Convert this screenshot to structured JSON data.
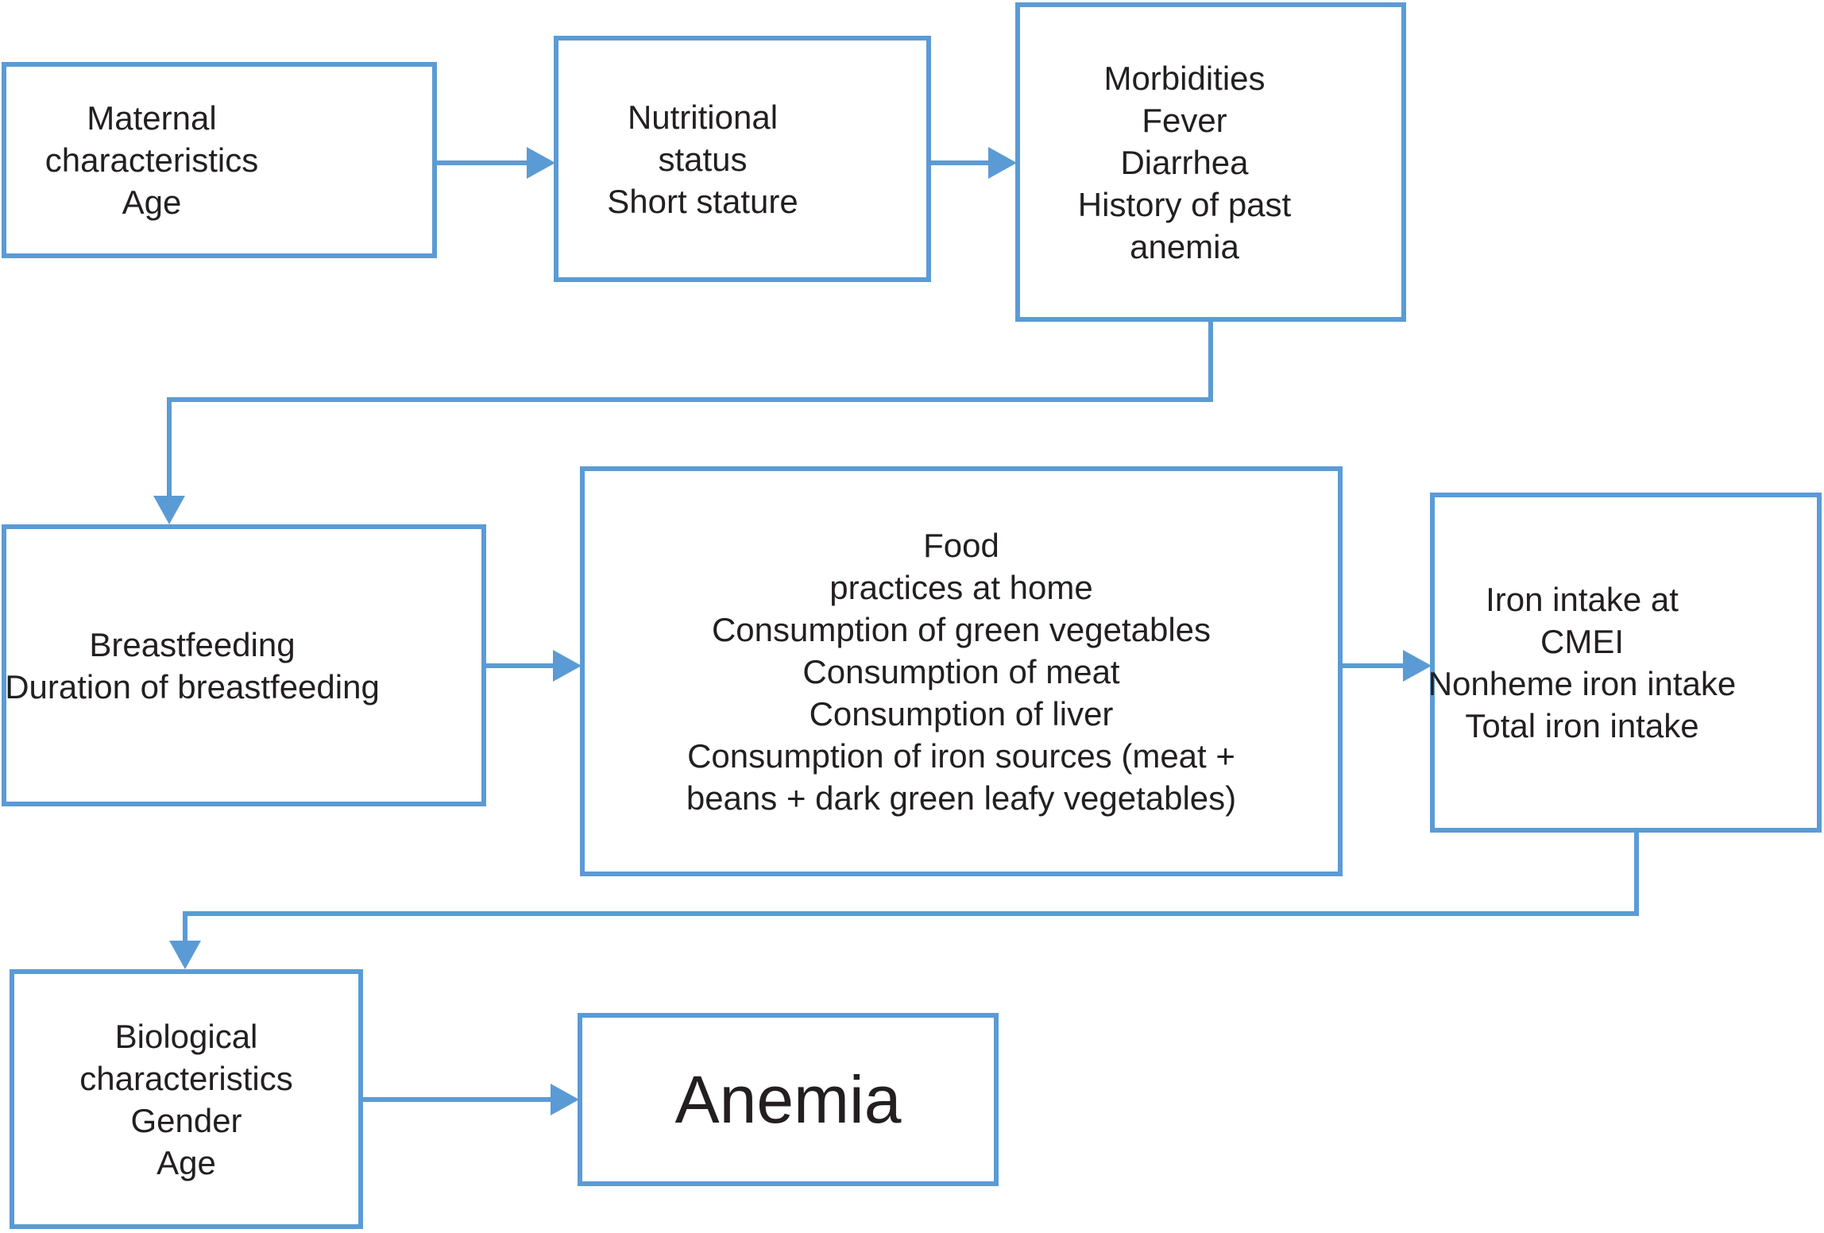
{
  "page": {
    "background": "#ffffff"
  },
  "colors": {
    "stroke": "#5b9bd5",
    "text": "#231f20"
  },
  "diagram": {
    "type": "flowchart",
    "boxes": [
      {
        "id": "maternal-characteristics",
        "lines": [
          "Maternal",
          "characteristics",
          "Age"
        ]
      },
      {
        "id": "nutritional-status",
        "lines": [
          "Nutritional",
          "status",
          "Short stature"
        ]
      },
      {
        "id": "morbidities",
        "lines": [
          "Morbidities",
          "Fever",
          "Diarrhea",
          "History of past",
          "anemia"
        ]
      },
      {
        "id": "breastfeeding",
        "lines": [
          "Breastfeeding",
          "Duration of breastfeeding"
        ]
      },
      {
        "id": "food-practices",
        "lines": [
          "Food",
          "practices at home",
          "Consumption of green vegetables",
          "Consumption of meat",
          "Consumption of liver",
          "Consumption of iron sources (meat +",
          "beans + dark green leafy vegetables)"
        ]
      },
      {
        "id": "iron-intake",
        "lines": [
          "Iron intake at",
          "CMEI",
          "Nonheme iron intake",
          "Total iron intake"
        ]
      },
      {
        "id": "biological-characteristics",
        "lines": [
          "Biological",
          "characteristics",
          "Gender",
          "Age"
        ]
      },
      {
        "id": "anemia",
        "lines": [
          "Anemia"
        ]
      }
    ],
    "edges": [
      {
        "from": "maternal-characteristics",
        "to": "nutritional-status"
      },
      {
        "from": "nutritional-status",
        "to": "morbidities"
      },
      {
        "from": "morbidities",
        "to": "breastfeeding"
      },
      {
        "from": "breastfeeding",
        "to": "food-practices"
      },
      {
        "from": "food-practices",
        "to": "iron-intake"
      },
      {
        "from": "iron-intake",
        "to": "biological-characteristics"
      },
      {
        "from": "biological-characteristics",
        "to": "anemia"
      }
    ]
  }
}
